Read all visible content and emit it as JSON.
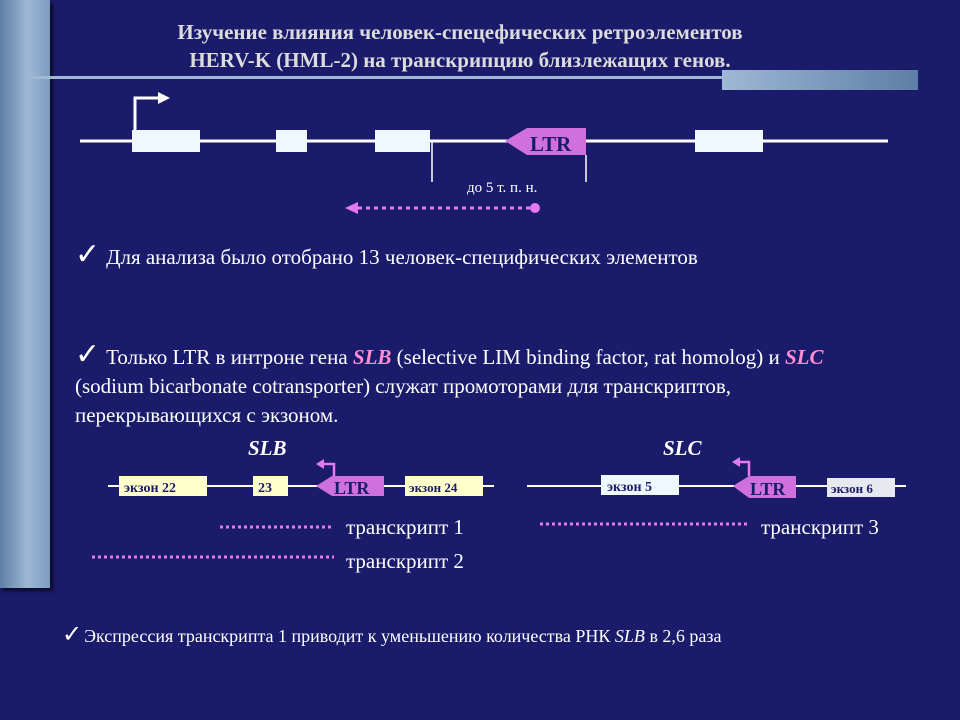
{
  "title": {
    "line1": "Изучение влияния человек-спецефических ретроэлементов",
    "line2": "HERV-K (HML-2) на транскрипцию близлежащих генов."
  },
  "top_diagram": {
    "ltr_label": "LTR",
    "distance_label": "до 5 т. п. н."
  },
  "points": [
    {
      "text": "Для анализа было отобрано 13 человек-специфических элементов"
    },
    {
      "pre": "Только LTR в интроне гена ",
      "gene1": "SLB",
      "mid": " (selective LIM binding factor, rat homolog) и ",
      "gene2": "SLC",
      "post": " (sodium bicarbonate cotransporter) служат промоторами для транскриптов, перекрывающихся с экзоном."
    }
  ],
  "slb": {
    "name": "SLB",
    "exon1": "экзон 22",
    "exon2": "23",
    "ltr": "LTR",
    "exon3": "экзон 24",
    "transcript1": "транскрипт 1",
    "transcript2": "транскрипт 2"
  },
  "slc": {
    "name": "SLC",
    "exon1": "экзон 5",
    "ltr": "LTR",
    "exon2": "экзон 6",
    "transcript3": "транскрипт 3"
  },
  "conclusion": {
    "pre": "Экспрессия транскрипта 1 приводит к уменьшению количества РНК ",
    "gene": "SLB",
    "post": " в 2,6 раза"
  },
  "colors": {
    "background": "#1b1b6b",
    "ltr_fill": "#d070e0",
    "transcript_dots": "#e47aef",
    "exon_fill": "#f0f8ff",
    "small_exon_fill": "#ffffcc"
  }
}
